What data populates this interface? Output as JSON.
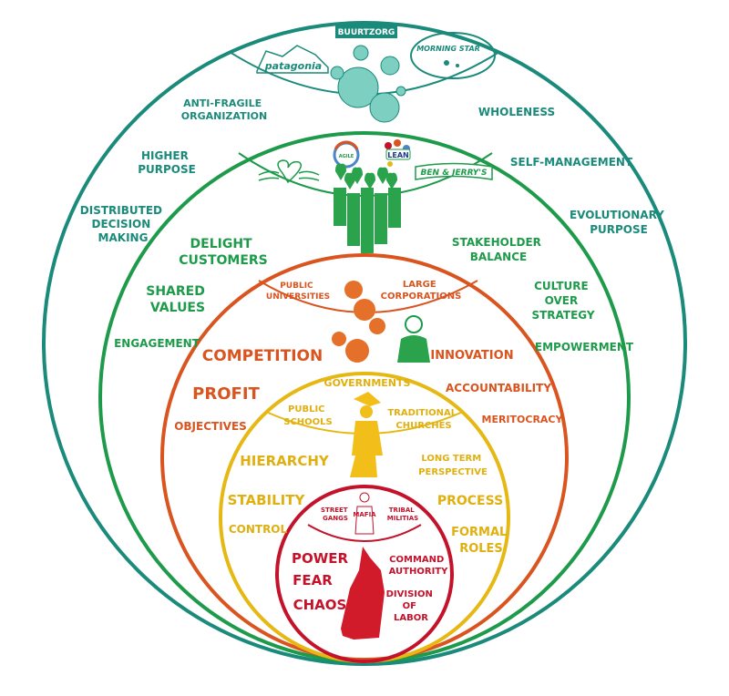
{
  "colors": {
    "teal": "#1a8a7a",
    "green": "#1d9a4a",
    "orange": "#d9541e",
    "yellow": "#e6b814",
    "red": "#c4122b"
  },
  "teal_ring": {
    "logos": [
      "BUURTZORG",
      "patagonia",
      "MORNING STAR"
    ],
    "labels": {
      "anti_fragile": [
        "ANTI-FRAGILE",
        "ORGANIZATION"
      ],
      "wholeness": "WHOLENESS",
      "higher_purpose": [
        "HIGHER",
        "PURPOSE"
      ],
      "self_management": "SELF-MANAGEMENT",
      "distributed": [
        "DISTRIBUTED",
        "DECISION",
        "MAKING"
      ],
      "evolutionary": [
        "EVOLUTIONARY",
        "PURPOSE"
      ]
    }
  },
  "green_ring": {
    "logos": [
      "AGILE",
      "LEAN",
      "BEN & JERRY'S"
    ],
    "labels": {
      "delight": [
        "DELIGHT",
        "CUSTOMERS"
      ],
      "stakeholder": [
        "STAKEHOLDER",
        "BALANCE"
      ],
      "shared_values": [
        "SHARED",
        "VALUES"
      ],
      "culture": [
        "CULTURE",
        "OVER",
        "STRATEGY"
      ],
      "engagement": "ENGAGEMENT",
      "empowerment": "EMPOWERMENT"
    }
  },
  "orange_ring": {
    "labels": {
      "public_universities": [
        "PUBLIC",
        "UNIVERSITIES"
      ],
      "large_corporations": [
        "LARGE",
        "CORPORATIONS"
      ],
      "competition": "COMPETITION",
      "innovation": "INNOVATION",
      "profit": "PROFIT",
      "accountability": "ACCOUNTABILITY",
      "objectives": "OBJECTIVES",
      "meritocracy": "MERITOCRACY"
    }
  },
  "yellow_ring": {
    "labels": {
      "governments": "GOVERNMENTS",
      "public_schools": [
        "PUBLIC",
        "SCHOOLS"
      ],
      "traditional_churches": [
        "TRADITIONAL",
        "CHURCHES"
      ],
      "hierarchy": "HIERARCHY",
      "long_term": [
        "LONG TERM",
        "PERSPECTIVE"
      ],
      "stability": "STABILITY",
      "process": "PROCESS",
      "control": "CONTROL",
      "formal_roles": [
        "FORMAL",
        "ROLES"
      ]
    }
  },
  "red_ring": {
    "labels": {
      "street_gangs": [
        "STREET",
        "GANGS"
      ],
      "mafia": "MAFIA",
      "tribal_militias": [
        "TRIBAL",
        "MILITIAS"
      ],
      "power": "POWER",
      "fear": "FEAR",
      "chaos": "CHAOS",
      "command": [
        "COMMAND",
        "AUTHORITY"
      ],
      "division": [
        "DIVISION",
        "OF",
        "LABOR"
      ]
    }
  }
}
